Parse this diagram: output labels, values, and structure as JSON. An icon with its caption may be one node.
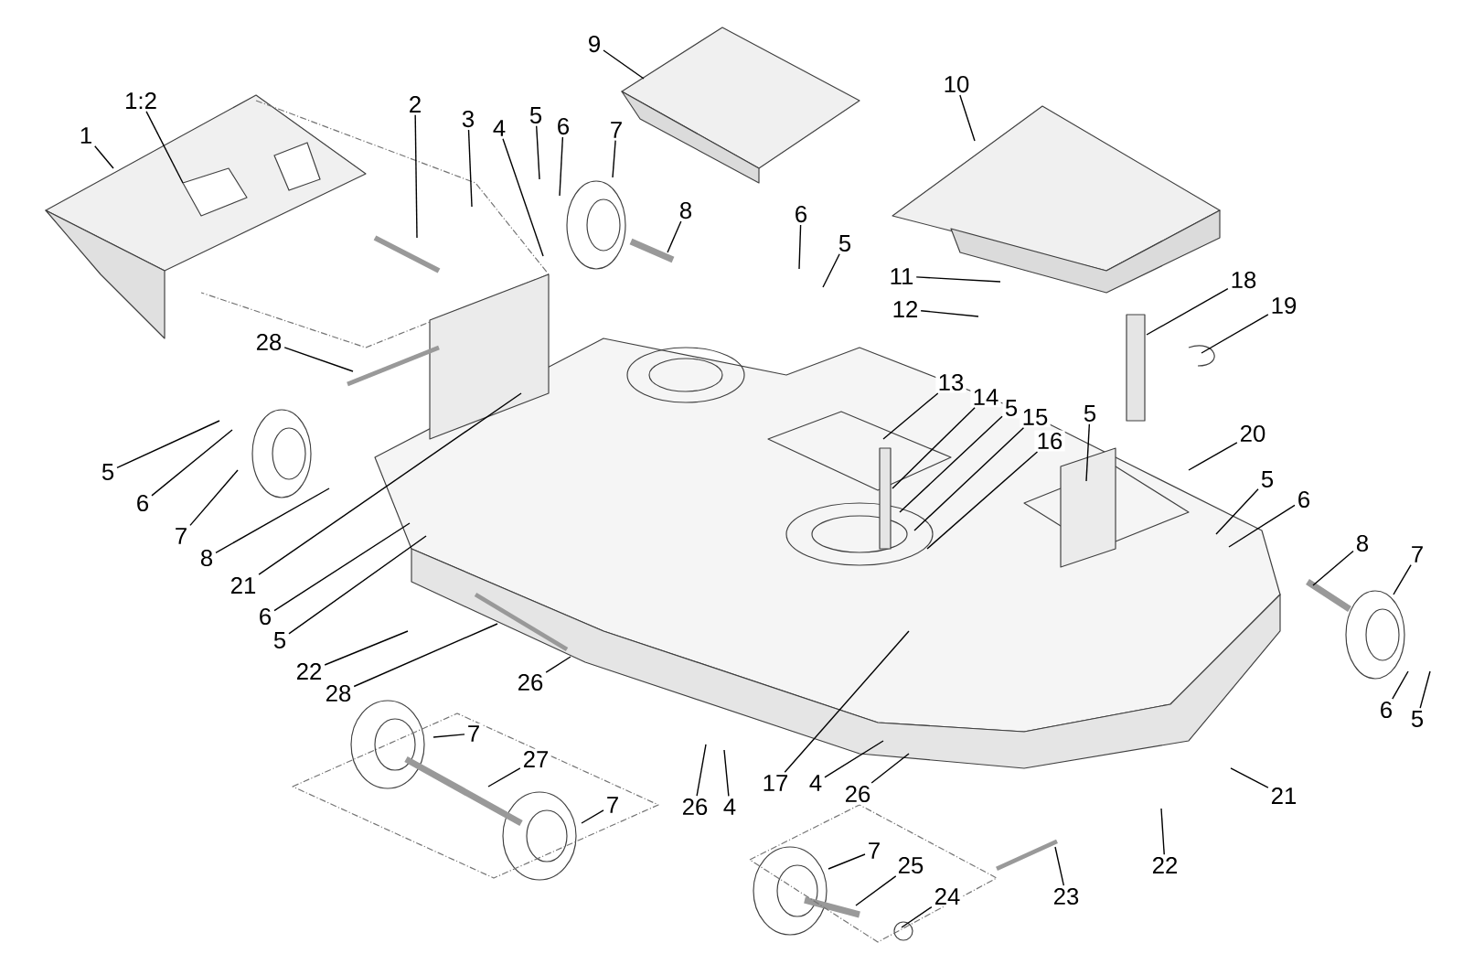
{
  "diagram": {
    "nodes": [
      {
        "text": [
          "9"
        ]
      },
      {
        "text": [
          "10"
        ]
      },
      {
        "text": [
          "1:2"
        ]
      },
      {
        "text": [
          "2"
        ]
      },
      {
        "text": [
          "5"
        ]
      },
      {
        "text": [
          "3"
        ]
      },
      {
        "text": [
          "6"
        ]
      },
      {
        "text": [
          "4"
        ]
      },
      {
        "text": [
          "7"
        ]
      },
      {
        "text": [
          "1"
        ]
      },
      {
        "text": [
          "8"
        ]
      },
      {
        "text": [
          "6"
        ]
      },
      {
        "text": [
          "5"
        ]
      },
      {
        "text": [
          "11"
        ]
      },
      {
        "text": [
          "18"
        ]
      },
      {
        "text": [
          "19"
        ]
      },
      {
        "text": [
          "12"
        ]
      },
      {
        "text": [
          "28"
        ]
      },
      {
        "text": [
          "13"
        ]
      },
      {
        "text": [
          "14"
        ]
      },
      {
        "text": [
          "5"
        ]
      },
      {
        "text": [
          "15"
        ]
      },
      {
        "text": [
          "5"
        ]
      },
      {
        "text": [
          "16"
        ]
      },
      {
        "text": [
          "20"
        ]
      },
      {
        "text": [
          "5"
        ]
      },
      {
        "text": [
          "5"
        ]
      },
      {
        "text": [
          "6"
        ]
      },
      {
        "text": [
          "6"
        ]
      },
      {
        "text": [
          "7"
        ]
      },
      {
        "text": [
          "8"
        ]
      },
      {
        "text": [
          "7"
        ]
      },
      {
        "text": [
          "8"
        ]
      },
      {
        "text": [
          "21"
        ]
      },
      {
        "text": [
          "6"
        ]
      },
      {
        "text": [
          "5"
        ]
      },
      {
        "text": [
          "22"
        ]
      },
      {
        "text": [
          "26"
        ]
      },
      {
        "text": [
          "28"
        ]
      },
      {
        "text": [
          "6"
        ]
      },
      {
        "text": [
          "5"
        ]
      },
      {
        "text": [
          "7"
        ]
      },
      {
        "text": [
          "27"
        ]
      },
      {
        "text": [
          "17"
        ]
      },
      {
        "text": [
          "4"
        ]
      },
      {
        "text": [
          "21"
        ]
      },
      {
        "text": [
          "26"
        ]
      },
      {
        "text": [
          "7"
        ]
      },
      {
        "text": [
          "26"
        ]
      },
      {
        "text": [
          "4"
        ]
      },
      {
        "text": [
          "7"
        ]
      },
      {
        "text": [
          "22"
        ]
      },
      {
        "text": [
          "25"
        ]
      },
      {
        "text": [
          "24"
        ]
      },
      {
        "text": [
          "23"
        ]
      }
    ],
    "edges": [
      {
        "from": 0,
        "to": null,
        "arrow": "none"
      },
      {
        "from": 1,
        "to": null,
        "arrow": "none"
      },
      {
        "from": 2,
        "to": null,
        "arrow": "none"
      },
      {
        "from": 3,
        "to": null,
        "arrow": "none"
      },
      {
        "from": 4,
        "to": null,
        "arrow": "none"
      },
      {
        "from": 5,
        "to": null,
        "arrow": "none"
      },
      {
        "from": 6,
        "to": null,
        "arrow": "none"
      },
      {
        "from": 7,
        "to": null,
        "arrow": "none"
      },
      {
        "from": 8,
        "to": null,
        "arrow": "none"
      },
      {
        "from": 9,
        "to": null,
        "arrow": "none"
      },
      {
        "from": 10,
        "to": null,
        "arrow": "none"
      },
      {
        "from": 11,
        "to": null,
        "arrow": "none"
      },
      {
        "from": 12,
        "to": null,
        "arrow": "none"
      },
      {
        "from": 13,
        "to": null,
        "arrow": "none"
      },
      {
        "from": 14,
        "to": null,
        "arrow": "none"
      },
      {
        "from": 15,
        "to": null,
        "arrow": "none"
      },
      {
        "from": 16,
        "to": null,
        "arrow": "none"
      },
      {
        "from": 17,
        "to": null,
        "arrow": "none"
      },
      {
        "from": 18,
        "to": null,
        "arrow": "none"
      },
      {
        "from": 19,
        "to": null,
        "arrow": "none"
      },
      {
        "from": 20,
        "to": null,
        "arrow": "none"
      },
      {
        "from": 21,
        "to": null,
        "arrow": "none"
      },
      {
        "from": 22,
        "to": null,
        "arrow": "none"
      },
      {
        "from": 23,
        "to": null,
        "arrow": "none"
      },
      {
        "from": 24,
        "to": null,
        "arrow": "none"
      },
      {
        "from": 25,
        "to": null,
        "arrow": "none"
      },
      {
        "from": 26,
        "to": null,
        "arrow": "none"
      },
      {
        "from": 27,
        "to": null,
        "arrow": "none"
      },
      {
        "from": 28,
        "to": null,
        "arrow": "none"
      },
      {
        "from": 29,
        "to": null,
        "arrow": "none"
      },
      {
        "from": 30,
        "to": null,
        "arrow": "none"
      },
      {
        "from": 31,
        "to": null,
        "arrow": "none"
      },
      {
        "from": 32,
        "to": null,
        "arrow": "none"
      },
      {
        "from": 33,
        "to": null,
        "arrow": "none"
      },
      {
        "from": 34,
        "to": null,
        "arrow": "none"
      },
      {
        "from": 35,
        "to": null,
        "arrow": "none"
      },
      {
        "from": 36,
        "to": null,
        "arrow": "none"
      },
      {
        "from": 37,
        "to": null,
        "arrow": "none"
      },
      {
        "from": 38,
        "to": null,
        "arrow": "none"
      },
      {
        "from": 39,
        "to": null,
        "arrow": "none"
      },
      {
        "from": 40,
        "to": null,
        "arrow": "none"
      },
      {
        "from": 41,
        "to": null,
        "arrow": "none"
      },
      {
        "from": 42,
        "to": null,
        "arrow": "none"
      },
      {
        "from": 43,
        "to": null,
        "arrow": "none"
      },
      {
        "from": 44,
        "to": null,
        "arrow": "none"
      },
      {
        "from": 45,
        "to": null,
        "arrow": "none"
      },
      {
        "from": 46,
        "to": null,
        "arrow": "none"
      },
      {
        "from": 47,
        "to": null,
        "arrow": "none"
      },
      {
        "from": 48,
        "to": null,
        "arrow": "none"
      },
      {
        "from": 49,
        "to": null,
        "arrow": "none"
      },
      {
        "from": 50,
        "to": null,
        "arrow": "none"
      },
      {
        "from": 51,
        "to": null,
        "arrow": "none"
      },
      {
        "from": 52,
        "to": null,
        "arrow": "none"
      },
      {
        "from": 53,
        "to": null,
        "arrow": "none"
      },
      {
        "from": 54,
        "to": null,
        "arrow": "none"
      }
    ]
  }
}
